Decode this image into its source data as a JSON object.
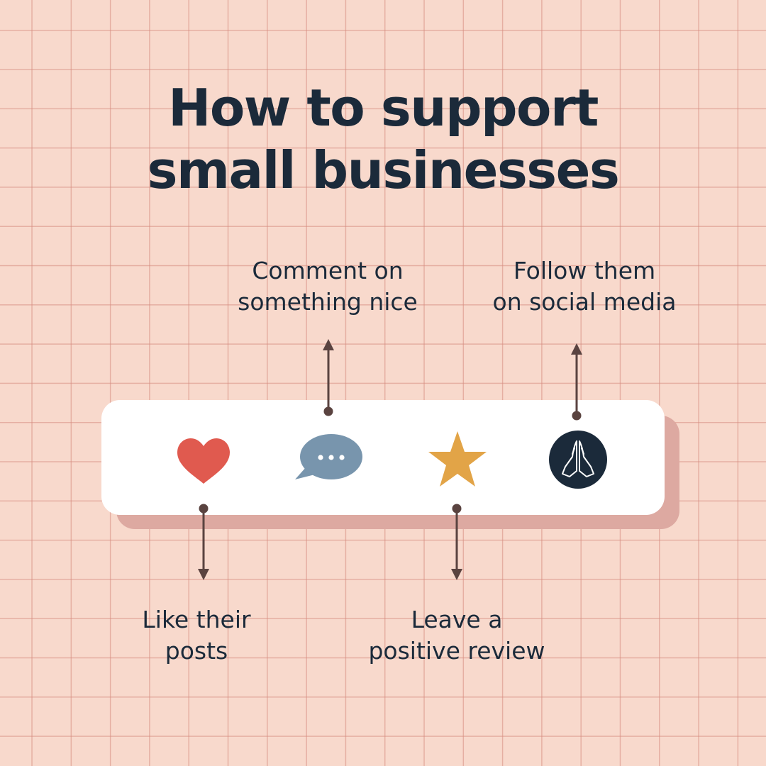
{
  "title": {
    "line1": "How to support",
    "line2": "small businesses"
  },
  "items": [
    {
      "icon": "heart-icon",
      "color": "#e05a4f",
      "label_lines": [
        "Like their",
        "posts"
      ]
    },
    {
      "icon": "speech-bubble-icon",
      "color": "#7895ad",
      "label_lines": [
        "Comment on",
        "something nice"
      ]
    },
    {
      "icon": "star-icon",
      "color": "#e2a447",
      "label_lines": [
        "Leave a",
        "positive review"
      ]
    },
    {
      "icon": "praying-hands-icon",
      "color": "#1b2a3a",
      "label_lines": [
        "Follow them",
        "on social media"
      ]
    }
  ],
  "colors": {
    "background": "#f8d9cc",
    "grid": "#d68c80",
    "text": "#1b2a3a",
    "connector": "#5a4340",
    "bar": "#ffffff",
    "bar_shadow": "#dda9a1"
  }
}
